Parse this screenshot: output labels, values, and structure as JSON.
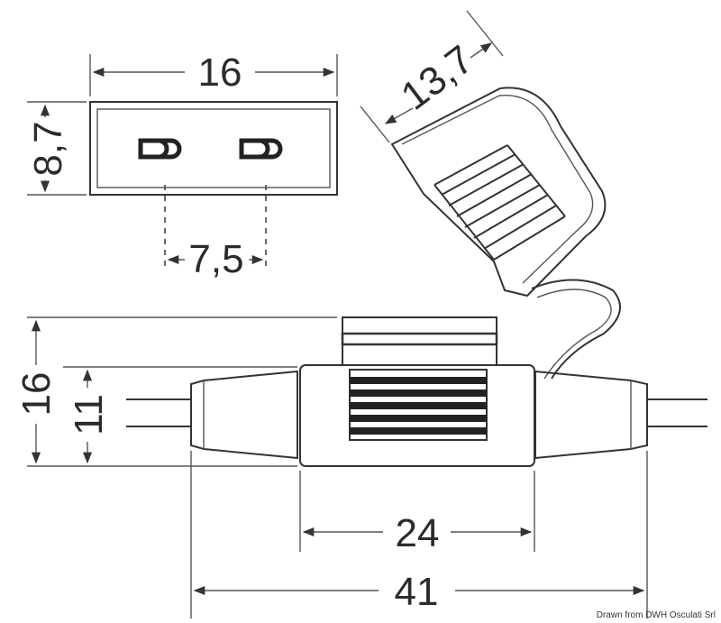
{
  "dimensions": {
    "top_width": "16",
    "top_height": "8,7",
    "pin_spacing": "7,5",
    "cap_width": "13,7",
    "overall_height": "16",
    "body_height": "11",
    "body_length": "24",
    "overall_length": "41"
  },
  "credit": "Drawn from DWH Osculati Srl"
}
